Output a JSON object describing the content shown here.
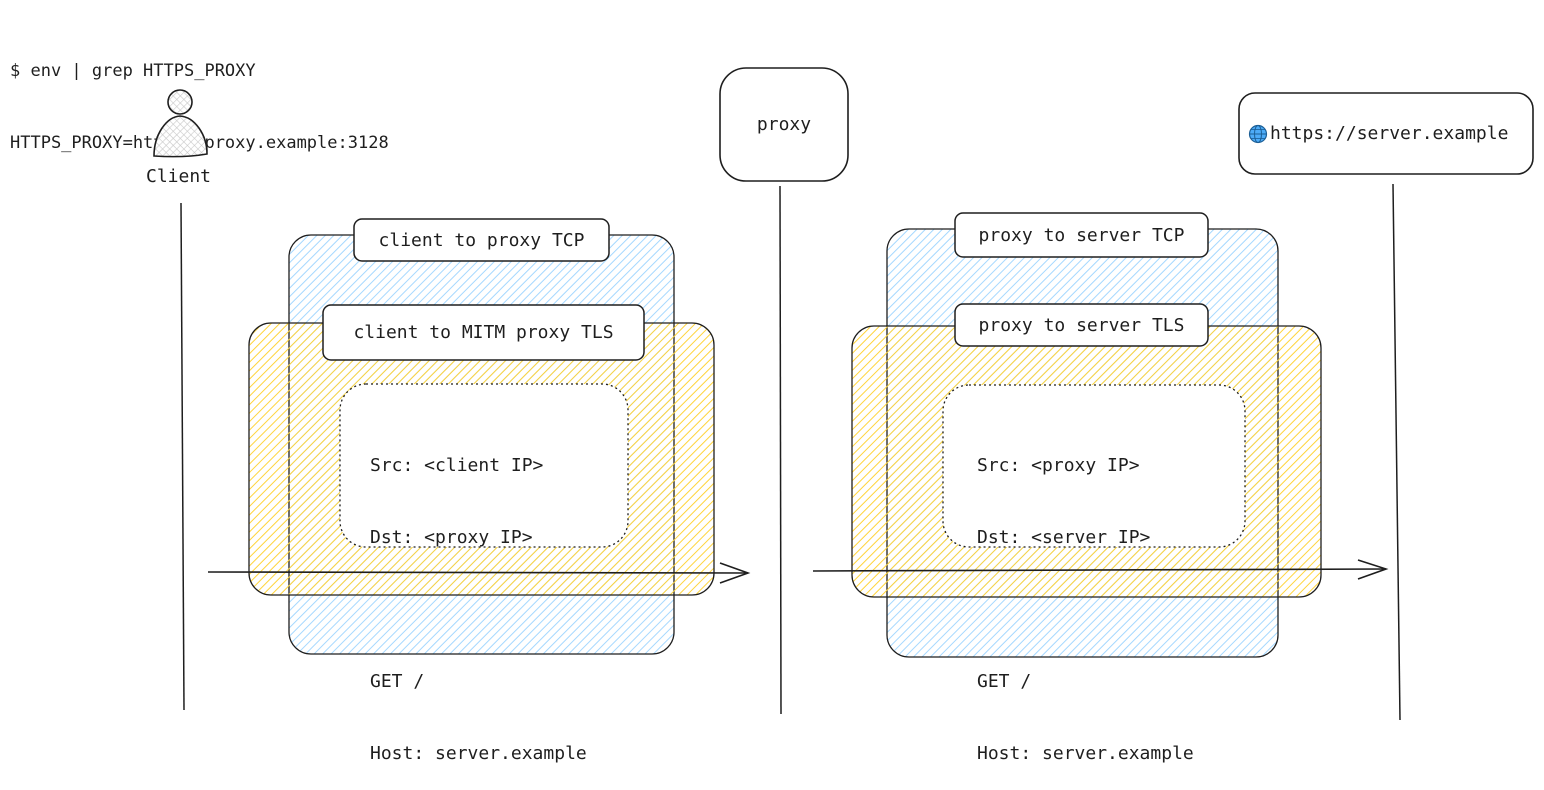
{
  "terminal": {
    "command": "$ env | grep HTTPS_PROXY",
    "output": "HTTPS_PROXY=http://proxy.example:3128"
  },
  "actors": {
    "client": "Client",
    "proxy": "proxy",
    "server": "https://server.example",
    "server_icon": "globe-icon"
  },
  "left": {
    "tcp_label": "client to proxy TCP",
    "tls_label": "client to MITM proxy TLS",
    "packet": {
      "src": "Src: <client IP>",
      "dst": "Dst: <proxy IP>",
      "request": "GET /",
      "host": "Host: server.example"
    }
  },
  "right": {
    "tcp_label": "proxy to server TCP",
    "tls_label": "proxy to server TLS",
    "packet": {
      "src": "Src: <proxy IP>",
      "dst": "Dst: <server IP>",
      "request": "GET /",
      "host": "Host: server.example"
    }
  },
  "colors": {
    "tcp_fill": "#a5d8ff",
    "tls_fill": "#ffd43b",
    "stroke": "#1e1e1e",
    "globe": "#4dabf7"
  }
}
